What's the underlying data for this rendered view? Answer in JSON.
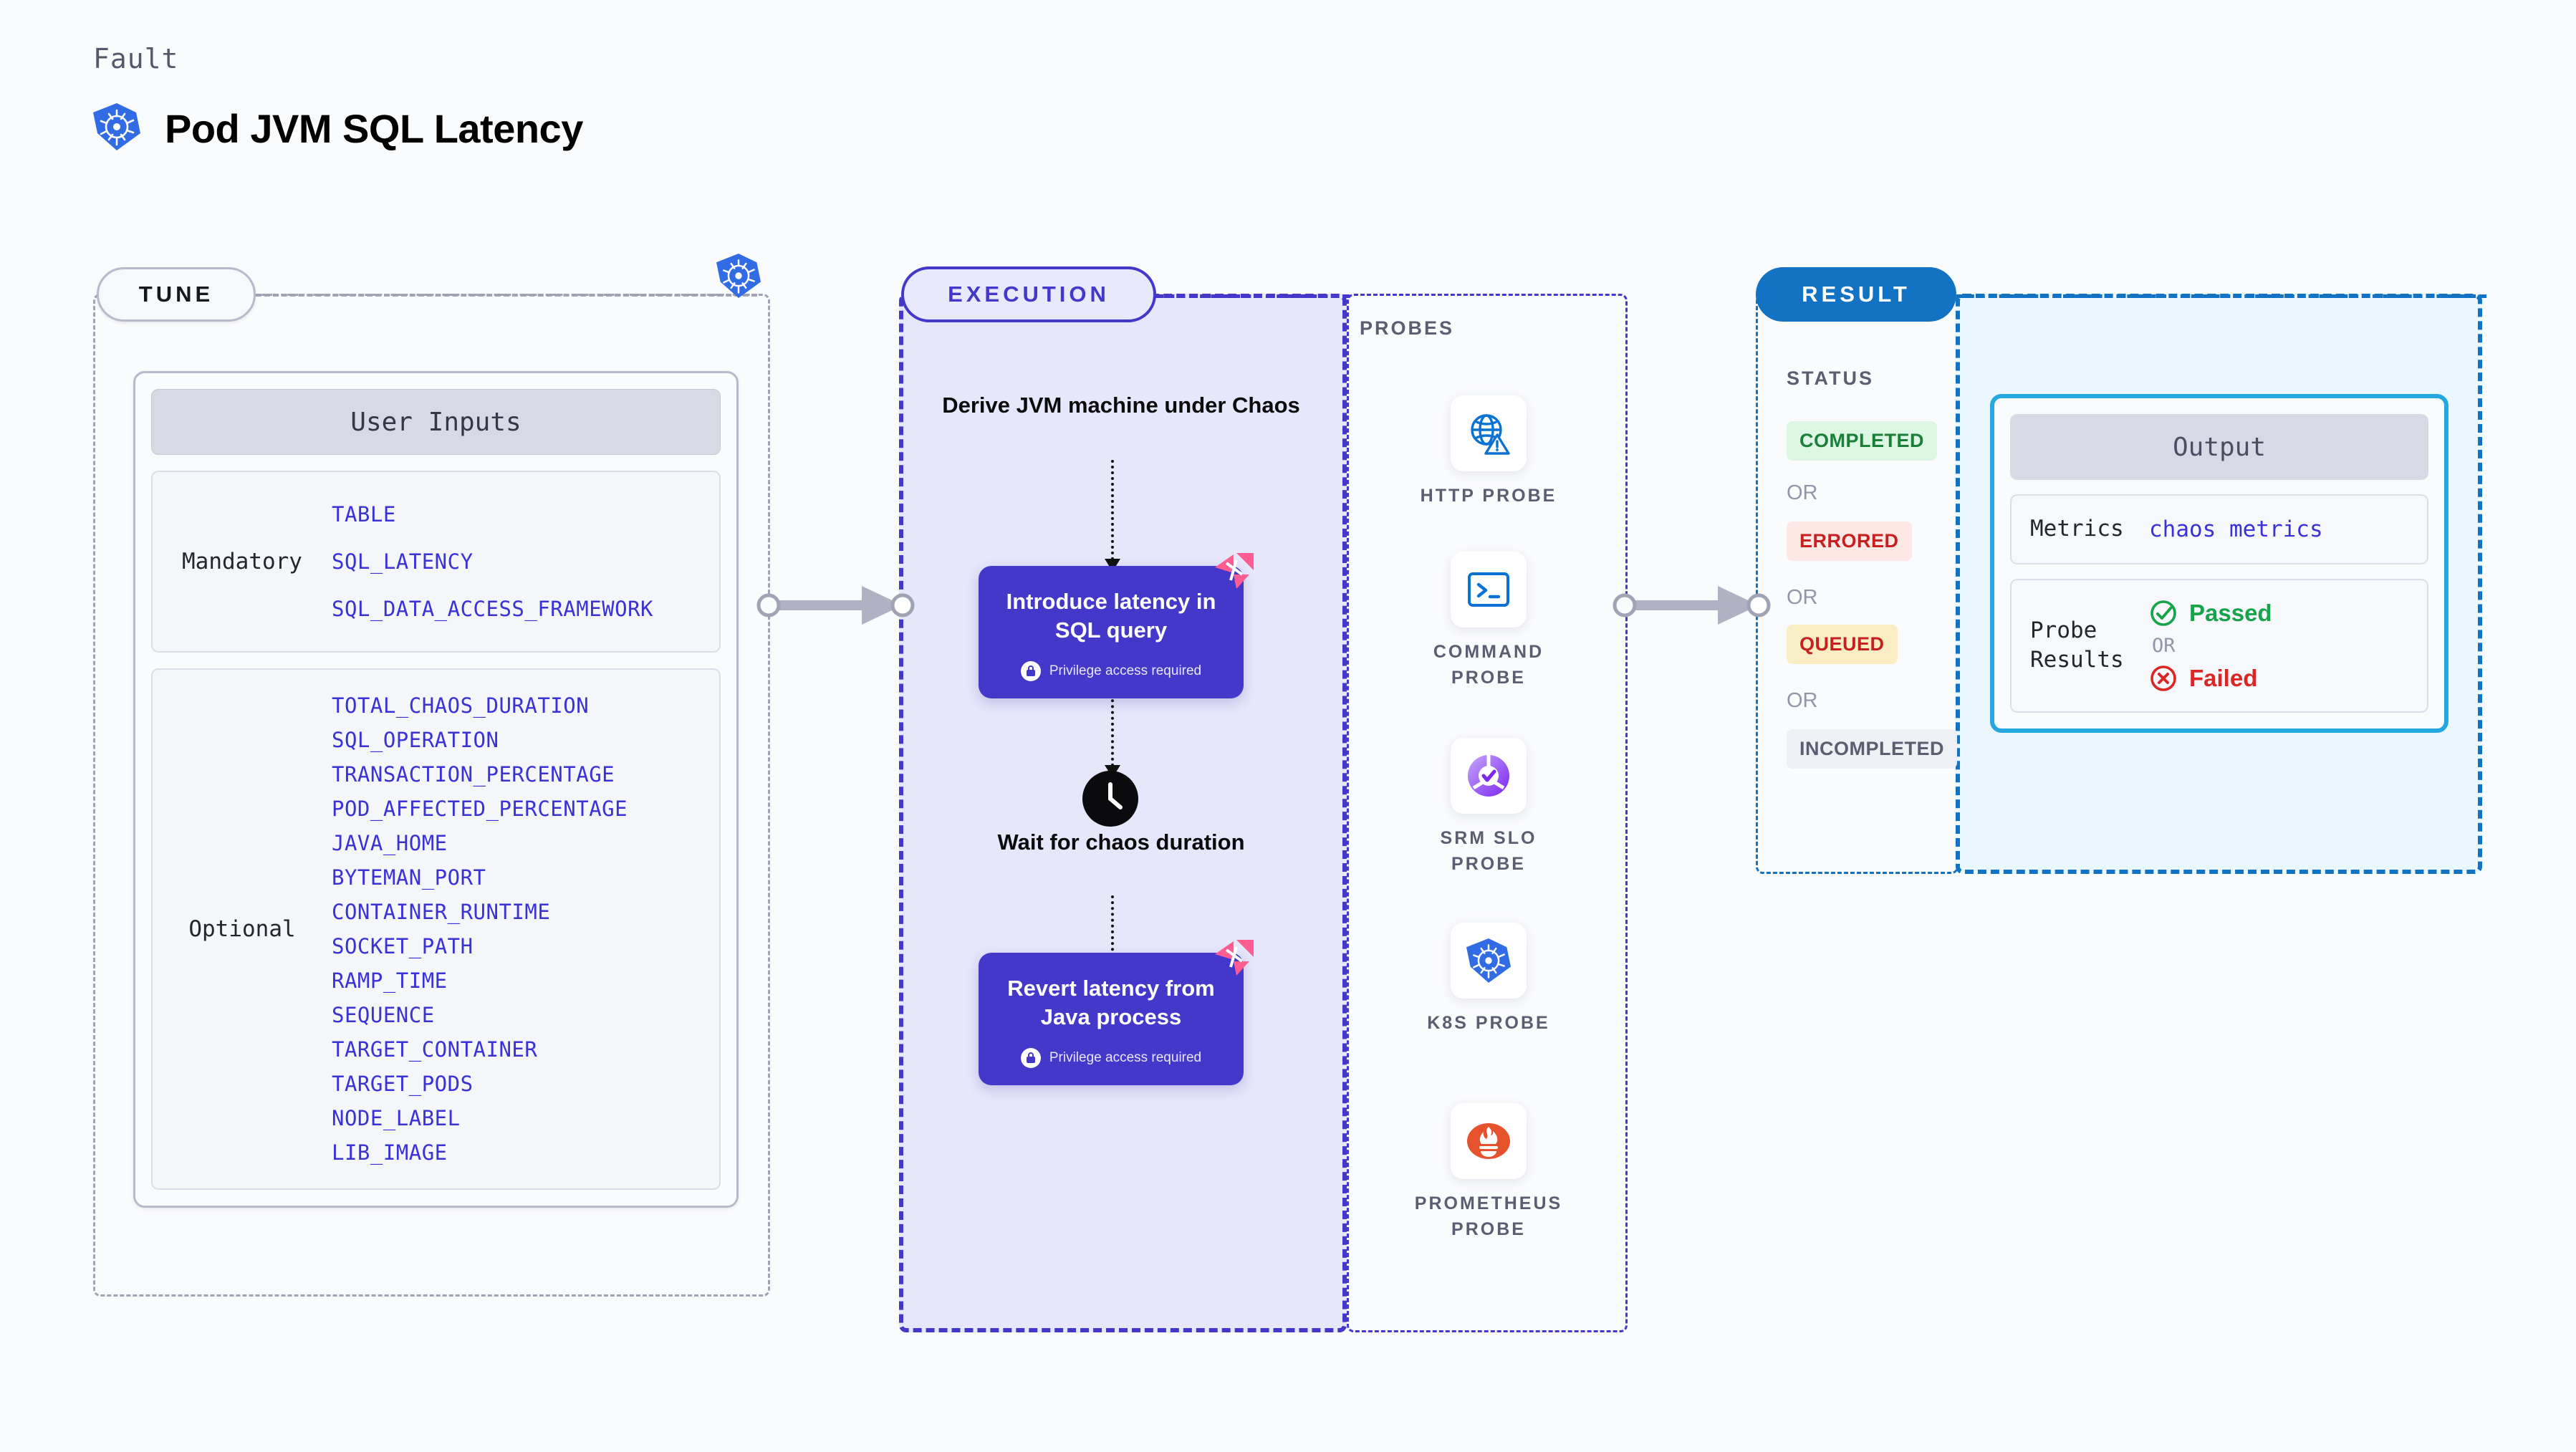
{
  "header": {
    "kicker": "Fault",
    "title": "Pod JVM SQL Latency",
    "icon": "kubernetes-icon"
  },
  "sections": {
    "tune": {
      "pill_label": "TUNE",
      "badge_icon": "kubernetes-icon"
    },
    "execution": {
      "pill_label": "EXECUTION"
    },
    "probes": {
      "label": "PROBES"
    },
    "result": {
      "pill_label": "RESULT",
      "status_label": "STATUS"
    }
  },
  "user_inputs": {
    "header": "User Inputs",
    "groups": [
      {
        "label": "Mandatory",
        "params": [
          "TABLE",
          "SQL_LATENCY",
          "SQL_DATA_ACCESS_FRAMEWORK"
        ]
      },
      {
        "label": "Optional",
        "params": [
          "TOTAL_CHAOS_DURATION",
          "SQL_OPERATION",
          "TRANSACTION_PERCENTAGE",
          "POD_AFFECTED_PERCENTAGE",
          "JAVA_HOME",
          "BYTEMAN_PORT",
          "CONTAINER_RUNTIME",
          "SOCKET_PATH",
          "RAMP_TIME",
          "SEQUENCE",
          "TARGET_CONTAINER",
          "TARGET_PODS",
          "NODE_LABEL",
          "LIB_IMAGE"
        ]
      }
    ]
  },
  "execution_flow": {
    "derive_title": "Derive JVM machine under Chaos",
    "wait_title": "Wait for chaos duration",
    "wait_icon": "clock-icon",
    "cards": [
      {
        "title": "Introduce latency in SQL query",
        "privilege_note": "Privilege access required",
        "badge_icon": "litmus-flag-icon",
        "lock_icon": "lock-icon"
      },
      {
        "title": "Revert latency from Java process",
        "privilege_note": "Privilege access required",
        "badge_icon": "litmus-flag-icon",
        "lock_icon": "lock-icon"
      }
    ]
  },
  "probes": [
    {
      "label": "HTTP PROBE",
      "icon": "globe-warning-icon"
    },
    {
      "label": "COMMAND\nPROBE",
      "icon": "terminal-icon"
    },
    {
      "label": "SRM SLO\nPROBE",
      "icon": "srm-slo-icon"
    },
    {
      "label": "K8S PROBE",
      "icon": "kubernetes-icon"
    },
    {
      "label": "PROMETHEUS\nPROBE",
      "icon": "prometheus-icon"
    }
  ],
  "status": {
    "chips": [
      {
        "text": "COMPLETED",
        "bg": "#dcf7e3",
        "fg": "#1a7f37"
      },
      {
        "text": "ERRORED",
        "bg": "#fde8e6",
        "fg": "#c62020"
      },
      {
        "text": "QUEUED",
        "bg": "#fbeec4",
        "fg": "#c62020"
      },
      {
        "text": "INCOMPLETED",
        "bg": "#eef0f5",
        "fg": "#5a5e70"
      }
    ],
    "separator": "OR"
  },
  "output": {
    "header": "Output",
    "rows": [
      {
        "key": "Metrics",
        "value": "chaos metrics"
      },
      {
        "key": "Probe\nResults",
        "pass": "Passed",
        "separator": "OR",
        "fail": "Failed"
      }
    ]
  },
  "colors": {
    "purple": "#4338ca",
    "blue": "#1272c4",
    "k8s_blue": "#326ce5",
    "pink": "#ff5d91",
    "green": "#16a34a",
    "red": "#dc2626",
    "cyan": "#25a8e0"
  }
}
